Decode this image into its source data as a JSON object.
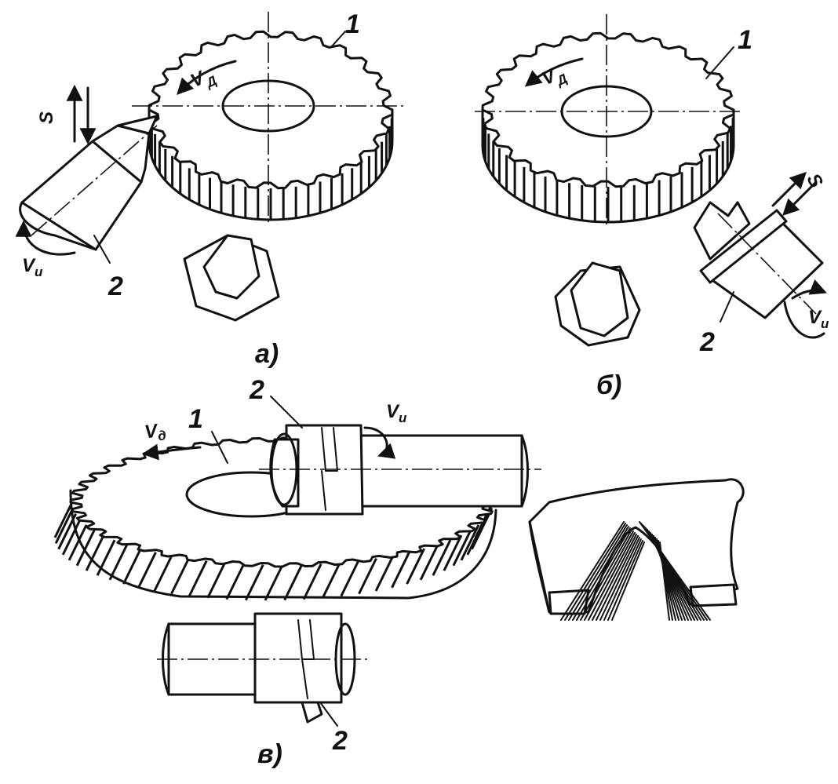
{
  "labels": {
    "gear": "1",
    "tool": "2",
    "sub_a": "а)",
    "sub_b": "б)",
    "sub_v": "в)",
    "feed_s": "S",
    "v_letter": "V",
    "sub_d": "Д",
    "sub_d_lower": "д",
    "sub_i": "и"
  },
  "colors": {
    "ink": "#111111",
    "paper": "#ffffff"
  }
}
